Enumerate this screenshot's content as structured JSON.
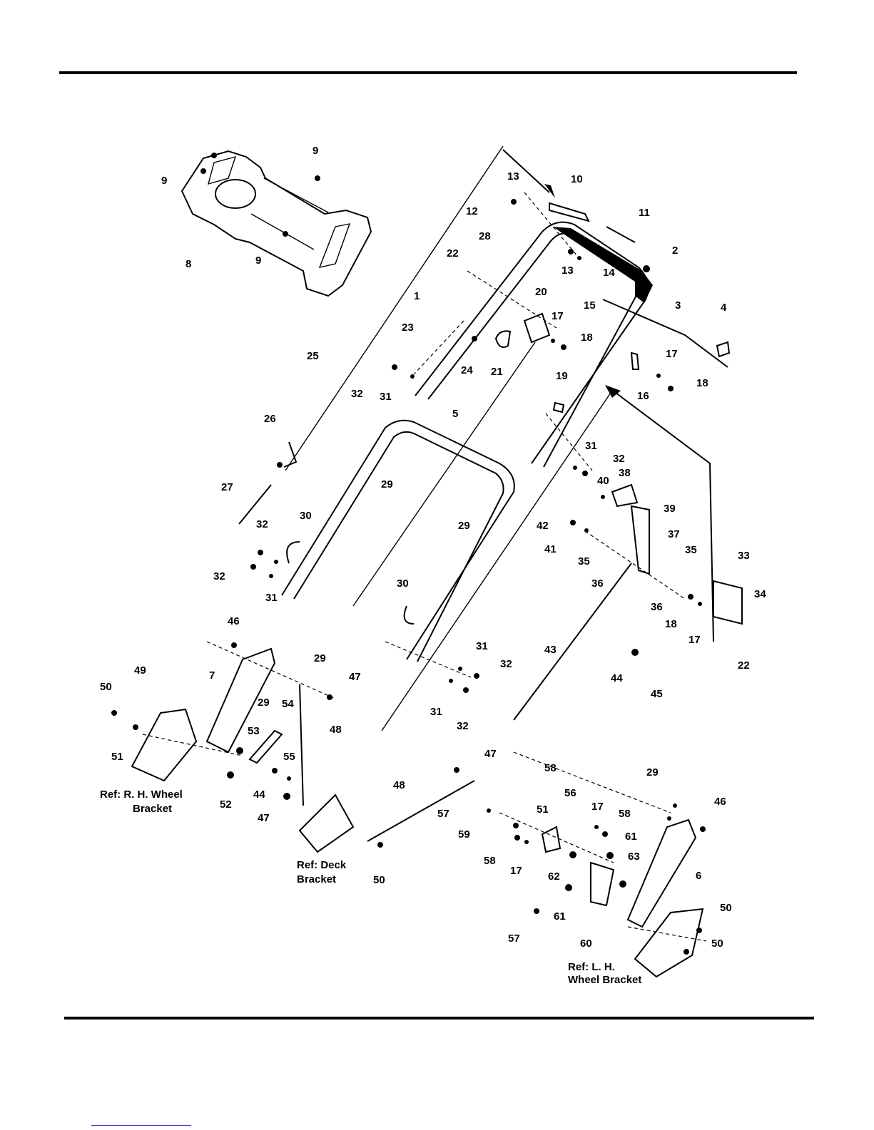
{
  "callouts": {
    "c1": "1",
    "c2": "2",
    "c3": "3",
    "c4": "4",
    "c5": "5",
    "c6": "6",
    "c7": "7",
    "c8": "8",
    "c9a": "9",
    "c9b": "9",
    "c9c": "9",
    "c10": "10",
    "c11": "11",
    "c12": "12",
    "c13a": "13",
    "c13b": "13",
    "c14": "14",
    "c15": "15",
    "c16": "16",
    "c17a": "17",
    "c17b": "17",
    "c17c": "17",
    "c17d": "17",
    "c17e": "17",
    "c18a": "18",
    "c18b": "18",
    "c18c": "18",
    "c19": "19",
    "c20": "20",
    "c21": "21",
    "c22a": "22",
    "c22b": "22",
    "c23": "23",
    "c24": "24",
    "c25": "25",
    "c26": "26",
    "c27": "27",
    "c28": "28",
    "c29a": "29",
    "c29b": "29",
    "c29c": "29",
    "c29d": "29",
    "c29e": "29",
    "c30a": "30",
    "c30b": "30",
    "c31a": "31",
    "c31b": "31",
    "c31c": "31",
    "c31d": "31",
    "c31e": "31",
    "c32a": "32",
    "c32b": "32",
    "c32c": "32",
    "c32d": "32",
    "c32e": "32",
    "c32f": "32",
    "c33": "33",
    "c34": "34",
    "c35a": "35",
    "c35b": "35",
    "c36a": "36",
    "c36b": "36",
    "c37": "37",
    "c38": "38",
    "c39": "39",
    "c40": "40",
    "c41": "41",
    "c42": "42",
    "c43": "43",
    "c44a": "44",
    "c44b": "44",
    "c45": "45",
    "c46a": "46",
    "c46b": "46",
    "c47a": "47",
    "c47b": "47",
    "c47c": "47",
    "c48a": "48",
    "c48b": "48",
    "c49": "49",
    "c50a": "50",
    "c50b": "50",
    "c50c": "50",
    "c50d": "50",
    "c51a": "51",
    "c51b": "51",
    "c52": "52",
    "c53": "53",
    "c54": "54",
    "c55": "55",
    "c56": "56",
    "c57a": "57",
    "c57b": "57",
    "c58a": "58",
    "c58b": "58",
    "c58c": "58",
    "c59": "59",
    "c60": "60",
    "c61a": "61",
    "c61b": "61",
    "c62": "62",
    "c63": "63"
  },
  "references": {
    "rh_line1": "Ref: R. H. Wheel",
    "rh_line2": "Bracket",
    "deck_line1": "Ref: Deck",
    "deck_line2": "Bracket",
    "lh_line1": "Ref: L. H.",
    "lh_line2": "Wheel Bracket"
  }
}
